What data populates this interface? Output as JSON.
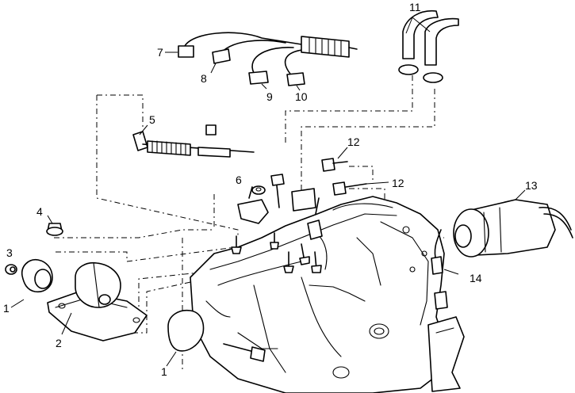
{
  "callouts": {
    "c1a": "1",
    "c1b": "1",
    "c2": "2",
    "c3": "3",
    "c4": "4",
    "c5": "5",
    "c6": "6",
    "c7": "7",
    "c8": "8",
    "c9": "9",
    "c10": "10",
    "c11": "11",
    "c12a": "12",
    "c12b": "12",
    "c13": "13",
    "c14": "14"
  }
}
